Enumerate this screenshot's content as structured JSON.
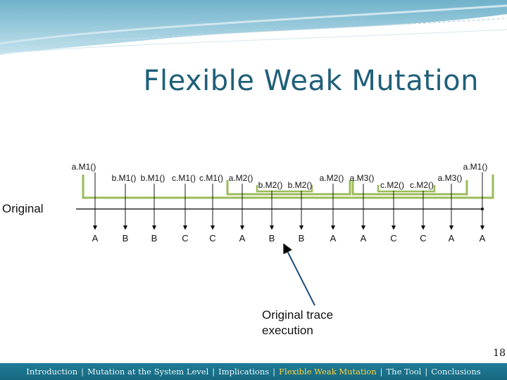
{
  "slide": {
    "title": "Flexible Weak Mutation",
    "page_number": "18"
  },
  "diagram": {
    "row_label": "Original",
    "note_line1": "Original trace",
    "note_line2": "execution",
    "calls": [
      {
        "label": "a.M1()",
        "level": 0
      },
      {
        "label": "b.M1()",
        "level": 1
      },
      {
        "label": "b.M1()",
        "level": 1
      },
      {
        "label": "c.M1()",
        "level": 1
      },
      {
        "label": "c.M1()",
        "level": 1
      },
      {
        "label": "a.M2()",
        "level": 1
      },
      {
        "label": "b.M2()",
        "level": 2
      },
      {
        "label": "b.M2()",
        "level": 2
      },
      {
        "label": "a.M2()",
        "level": 1
      },
      {
        "label": "a.M3()",
        "level": 1
      },
      {
        "label": "c.M2()",
        "level": 2
      },
      {
        "label": "c.M2()",
        "level": 2
      },
      {
        "label": "a.M3()",
        "level": 1
      },
      {
        "label": "a.M1()",
        "level": 0
      }
    ],
    "trace": [
      "A",
      "B",
      "B",
      "C",
      "C",
      "A",
      "B",
      "B",
      "A",
      "A",
      "C",
      "C",
      "A",
      "A"
    ],
    "colors": {
      "bracket": "#9bbb59",
      "arrow": "#1f4e79",
      "line": "#000000"
    }
  },
  "footer": {
    "items": [
      {
        "label": "Introduction",
        "active": false
      },
      {
        "label": "Mutation at the System Level",
        "active": false
      },
      {
        "label": "Implications",
        "active": false
      },
      {
        "label": "Flexible Weak Mutation",
        "active": true
      },
      {
        "label": "The Tool",
        "active": false
      },
      {
        "label": "Conclusions",
        "active": false
      }
    ]
  }
}
